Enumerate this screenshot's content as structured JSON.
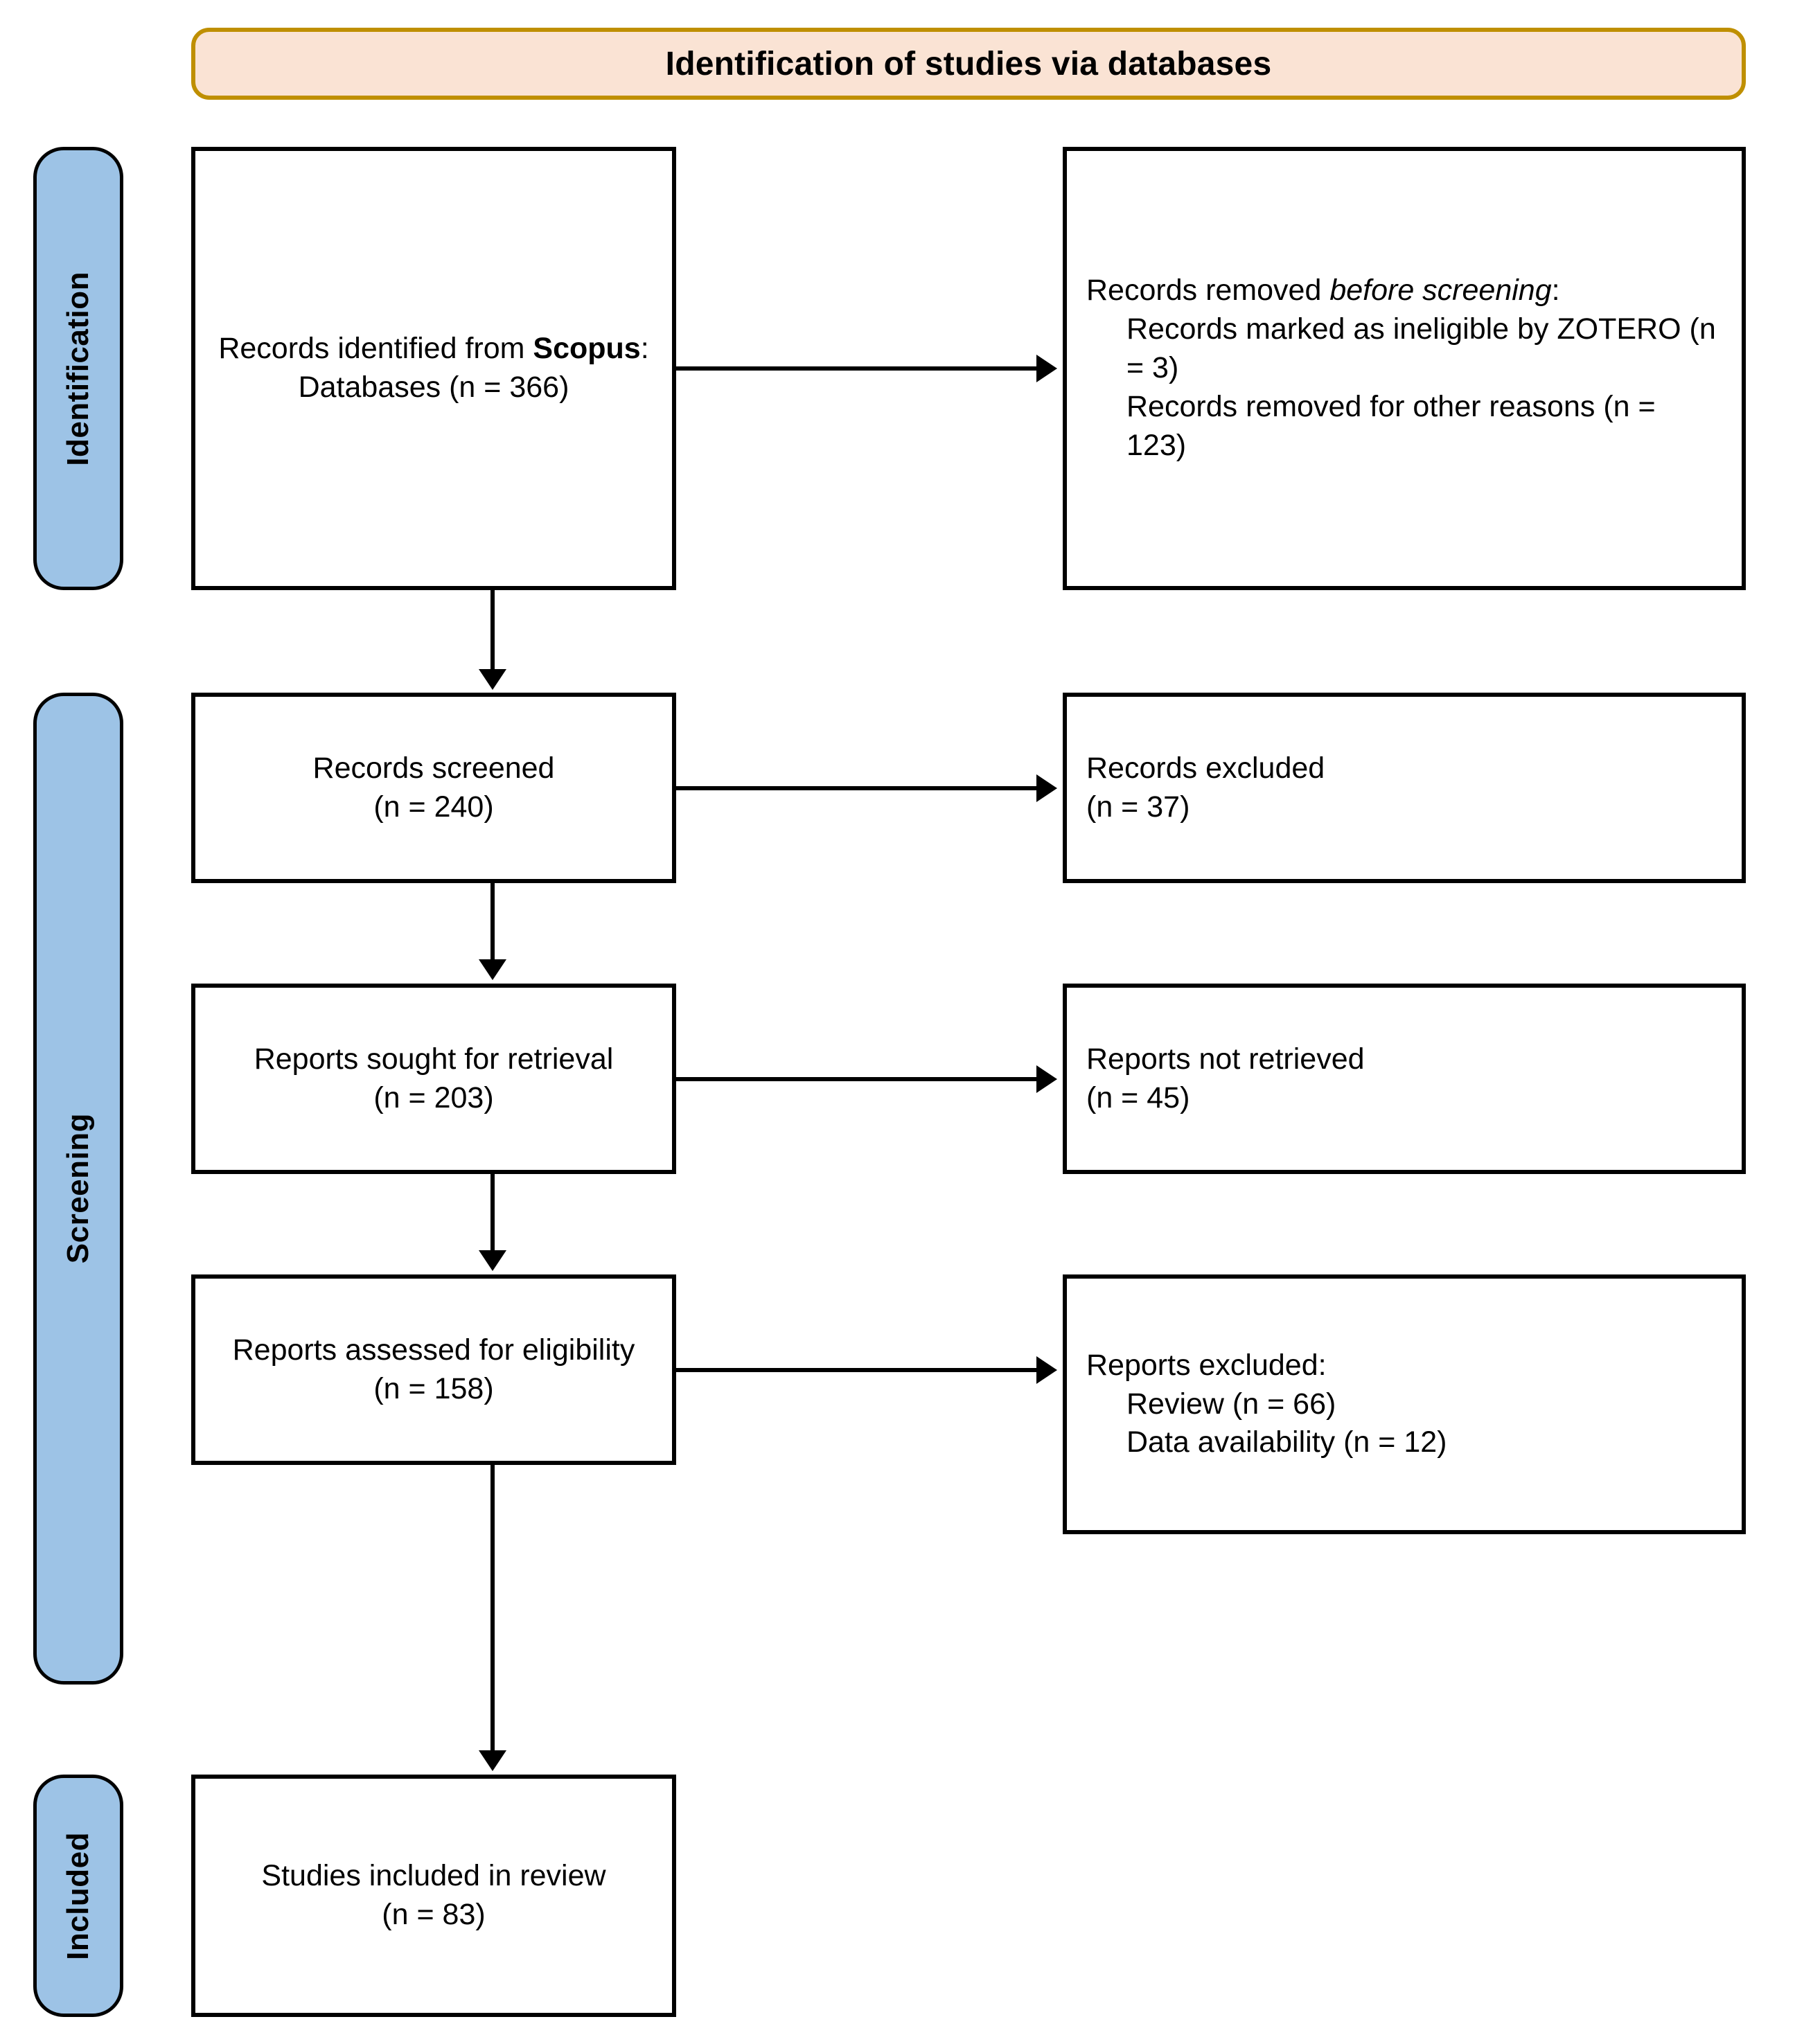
{
  "banner": {
    "title": "Identification of studies via databases"
  },
  "stages": [
    {
      "id": "identification",
      "label": "Identification"
    },
    {
      "id": "screening",
      "label": "Screening"
    },
    {
      "id": "included",
      "label": "Included"
    }
  ],
  "flow": {
    "identified": {
      "line1_prefix": "Records identified from ",
      "line1_bold": "Scopus",
      "line1_suffix": ":",
      "line2": "Databases (n = 366)"
    },
    "removed": {
      "heading_prefix": "Records removed ",
      "heading_italic": "before screening",
      "heading_suffix": ":",
      "item1": "Records marked as ineligible by ZOTERO (n = 3)",
      "item2": "Records removed for other reasons (n = 123)"
    },
    "screened": {
      "line1": "Records screened",
      "line2": "(n = 240)"
    },
    "records_excluded": {
      "line1": "Records excluded",
      "line2": "(n = 37)"
    },
    "sought": {
      "line1": "Reports sought for retrieval",
      "line2": "(n = 203)"
    },
    "not_retrieved": {
      "line1": "Reports not retrieved",
      "line2": "(n = 45)"
    },
    "assessed": {
      "line1": "Reports assessed for eligibility",
      "line2": "(n = 158)"
    },
    "reports_excluded": {
      "heading": "Reports excluded:",
      "item1": "Review (n = 66)",
      "item2": "Data availability (n = 12)"
    },
    "included": {
      "line1": "Studies included in review",
      "line2": "(n = 83)"
    }
  },
  "colors": {
    "banner_fill": "#FAE3D4",
    "banner_border": "#BF8F00",
    "stage_fill": "#9DC3E6",
    "stage_border": "#000000",
    "box_border": "#000000",
    "arrow": "#000000",
    "page_background": "#FFFFFF"
  }
}
